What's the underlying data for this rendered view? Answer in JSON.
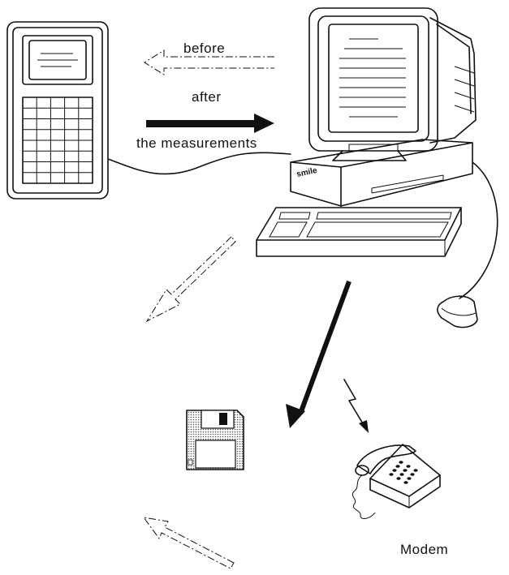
{
  "labels": {
    "before": "before",
    "after": "after",
    "measurements": "the measurements",
    "modem": "Modem",
    "brand": "smile"
  },
  "colors": {
    "ink": "#111111",
    "paper": "#ffffff",
    "floppy_fill": "#d9d9d9",
    "screen_fill": "#f4f4f4"
  },
  "icons": [
    "handheld-terminal-icon",
    "desktop-computer-icon",
    "keyboard-icon",
    "mouse-icon",
    "floppy-disk-icon",
    "telephone-icon",
    "lightning-icon"
  ]
}
